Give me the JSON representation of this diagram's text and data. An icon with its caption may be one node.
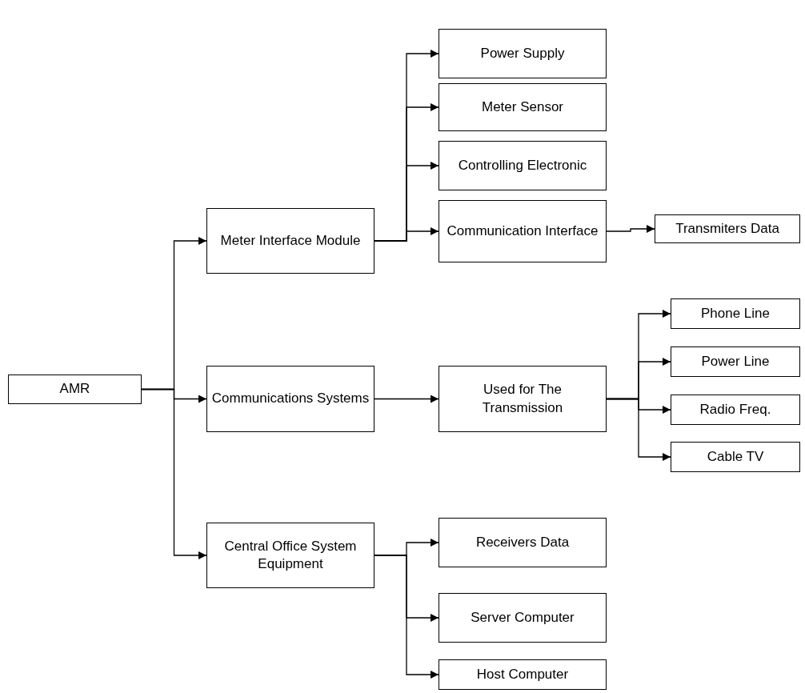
{
  "diagram": {
    "nodes": [
      {
        "text": [
          "AMR"
        ]
      },
      {
        "text": [
          "Meter Interface Module"
        ]
      },
      {
        "text": [
          "Communications Systems"
        ]
      },
      {
        "text": [
          "Central Office System Equipment"
        ]
      },
      {
        "text": [
          "Power Supply"
        ]
      },
      {
        "text": [
          "Meter Sensor"
        ]
      },
      {
        "text": [
          "Controlling Electronic"
        ]
      },
      {
        "text": [
          "Communication Interface"
        ]
      },
      {
        "text": [
          "Transmiters Data"
        ]
      },
      {
        "text": [
          "Used for The Transmission"
        ]
      },
      {
        "text": [
          "Phone Line"
        ]
      },
      {
        "text": [
          "Power Line"
        ]
      },
      {
        "text": [
          "Radio Freq."
        ]
      },
      {
        "text": [
          "Cable TV"
        ]
      },
      {
        "text": [
          "Receivers Data"
        ]
      },
      {
        "text": [
          "Server Computer"
        ]
      },
      {
        "text": [
          "Host Computer"
        ]
      }
    ],
    "edges": [
      {
        "from": 0,
        "to": 1,
        "arrow": "to"
      },
      {
        "from": 0,
        "to": 2,
        "arrow": "to"
      },
      {
        "from": 0,
        "to": 3,
        "arrow": "to"
      },
      {
        "from": 1,
        "to": 4,
        "arrow": "to"
      },
      {
        "from": 1,
        "to": 5,
        "arrow": "to"
      },
      {
        "from": 1,
        "to": 6,
        "arrow": "to"
      },
      {
        "from": 1,
        "to": 7,
        "arrow": "to"
      },
      {
        "from": 7,
        "to": 8,
        "arrow": "to"
      },
      {
        "from": 2,
        "to": 9,
        "arrow": "to"
      },
      {
        "from": 9,
        "to": 10,
        "arrow": "to"
      },
      {
        "from": 9,
        "to": 11,
        "arrow": "to"
      },
      {
        "from": 9,
        "to": 12,
        "arrow": "to"
      },
      {
        "from": 9,
        "to": 13,
        "arrow": "to"
      },
      {
        "from": 3,
        "to": 14,
        "arrow": "to"
      },
      {
        "from": 3,
        "to": 15,
        "arrow": "to"
      },
      {
        "from": 3,
        "to": 16,
        "arrow": "to"
      }
    ]
  }
}
